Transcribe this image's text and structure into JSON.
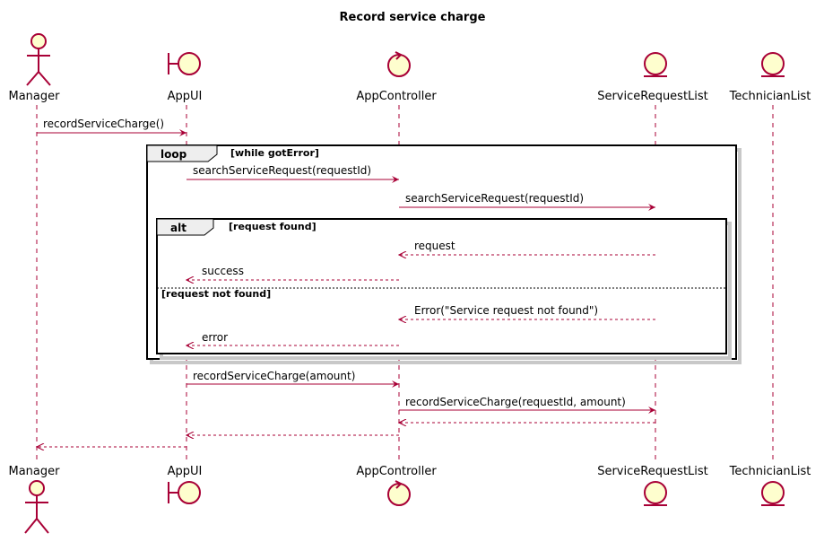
{
  "title": "Record service charge",
  "participants": [
    {
      "id": "manager",
      "name": "Manager",
      "kind": "actor"
    },
    {
      "id": "appui",
      "name": "AppUI",
      "kind": "boundary"
    },
    {
      "id": "appcontroller",
      "name": "AppController",
      "kind": "control"
    },
    {
      "id": "servicerequestlist",
      "name": "ServiceRequestList",
      "kind": "entity"
    },
    {
      "id": "technicianlist",
      "name": "TechnicianList",
      "kind": "entity"
    }
  ],
  "messages": [
    {
      "from": "manager",
      "to": "appui",
      "label": "recordServiceCharge()",
      "type": "sync"
    },
    {
      "from": "appui",
      "to": "appcontroller",
      "label": "searchServiceRequest(requestId)",
      "type": "sync"
    },
    {
      "from": "appcontroller",
      "to": "servicerequestlist",
      "label": "searchServiceRequest(requestId)",
      "type": "sync"
    },
    {
      "from": "servicerequestlist",
      "to": "appcontroller",
      "label": "request",
      "type": "return"
    },
    {
      "from": "appcontroller",
      "to": "appui",
      "label": "success",
      "type": "return"
    },
    {
      "from": "servicerequestlist",
      "to": "appcontroller",
      "label": "Error(\"Service request not found\")",
      "type": "return"
    },
    {
      "from": "appcontroller",
      "to": "appui",
      "label": "error",
      "type": "return"
    },
    {
      "from": "appui",
      "to": "appcontroller",
      "label": "recordServiceCharge(amount)",
      "type": "sync"
    },
    {
      "from": "appcontroller",
      "to": "servicerequestlist",
      "label": "recordServiceCharge(requestId, amount)",
      "type": "sync"
    },
    {
      "from": "servicerequestlist",
      "to": "appcontroller",
      "label": "",
      "type": "return"
    },
    {
      "from": "appcontroller",
      "to": "appui",
      "label": "",
      "type": "return"
    },
    {
      "from": "appui",
      "to": "manager",
      "label": "",
      "type": "return"
    }
  ],
  "fragments": [
    {
      "keyword": "loop",
      "condition": "[while gotError]"
    },
    {
      "keyword": "alt",
      "condition": "[request found]",
      "else_condition": "[request not found]"
    }
  ],
  "colors": {
    "line": "#a80036",
    "head_fill": "#fefece",
    "frame": "#000000",
    "tab_fill": "#eeeeee",
    "shadow": "#c8c8c8"
  }
}
